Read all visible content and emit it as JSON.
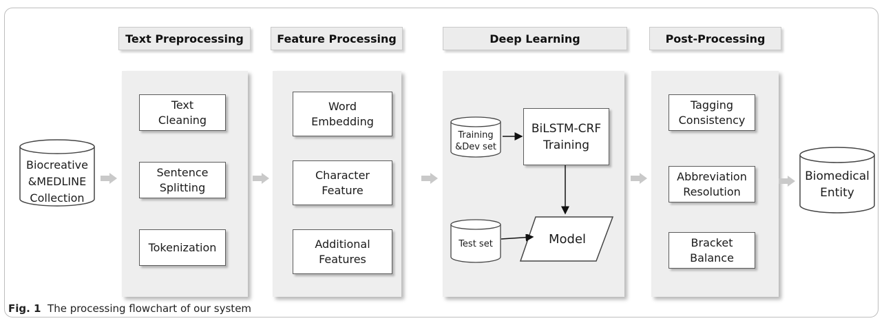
{
  "stages": [
    {
      "header": "Text Preprocessing",
      "items": [
        "Text\nCleaning",
        "Sentence\nSplitting",
        "Tokenization"
      ]
    },
    {
      "header": "Feature Processing",
      "items": [
        "Word\nEmbedding",
        "Character\nFeature",
        "Additional\nFeatures"
      ]
    },
    {
      "header": "Deep Learning"
    },
    {
      "header": "Post-Processing",
      "items": [
        "Tagging\nConsistency",
        "Abbreviation\nResolution",
        "Bracket\nBalance"
      ]
    }
  ],
  "input_db": "Biocreative\n&MEDLINE\nCollection",
  "output_db": "Biomedical\nEntity",
  "deep_learning": {
    "training_db": "Training\n&Dev set",
    "test_db": "Test set",
    "training_box": "BiLSTM-CRF\nTraining",
    "model": "Model"
  },
  "caption": {
    "label": "Fig. 1",
    "text": "The processing flowchart of our system"
  }
}
